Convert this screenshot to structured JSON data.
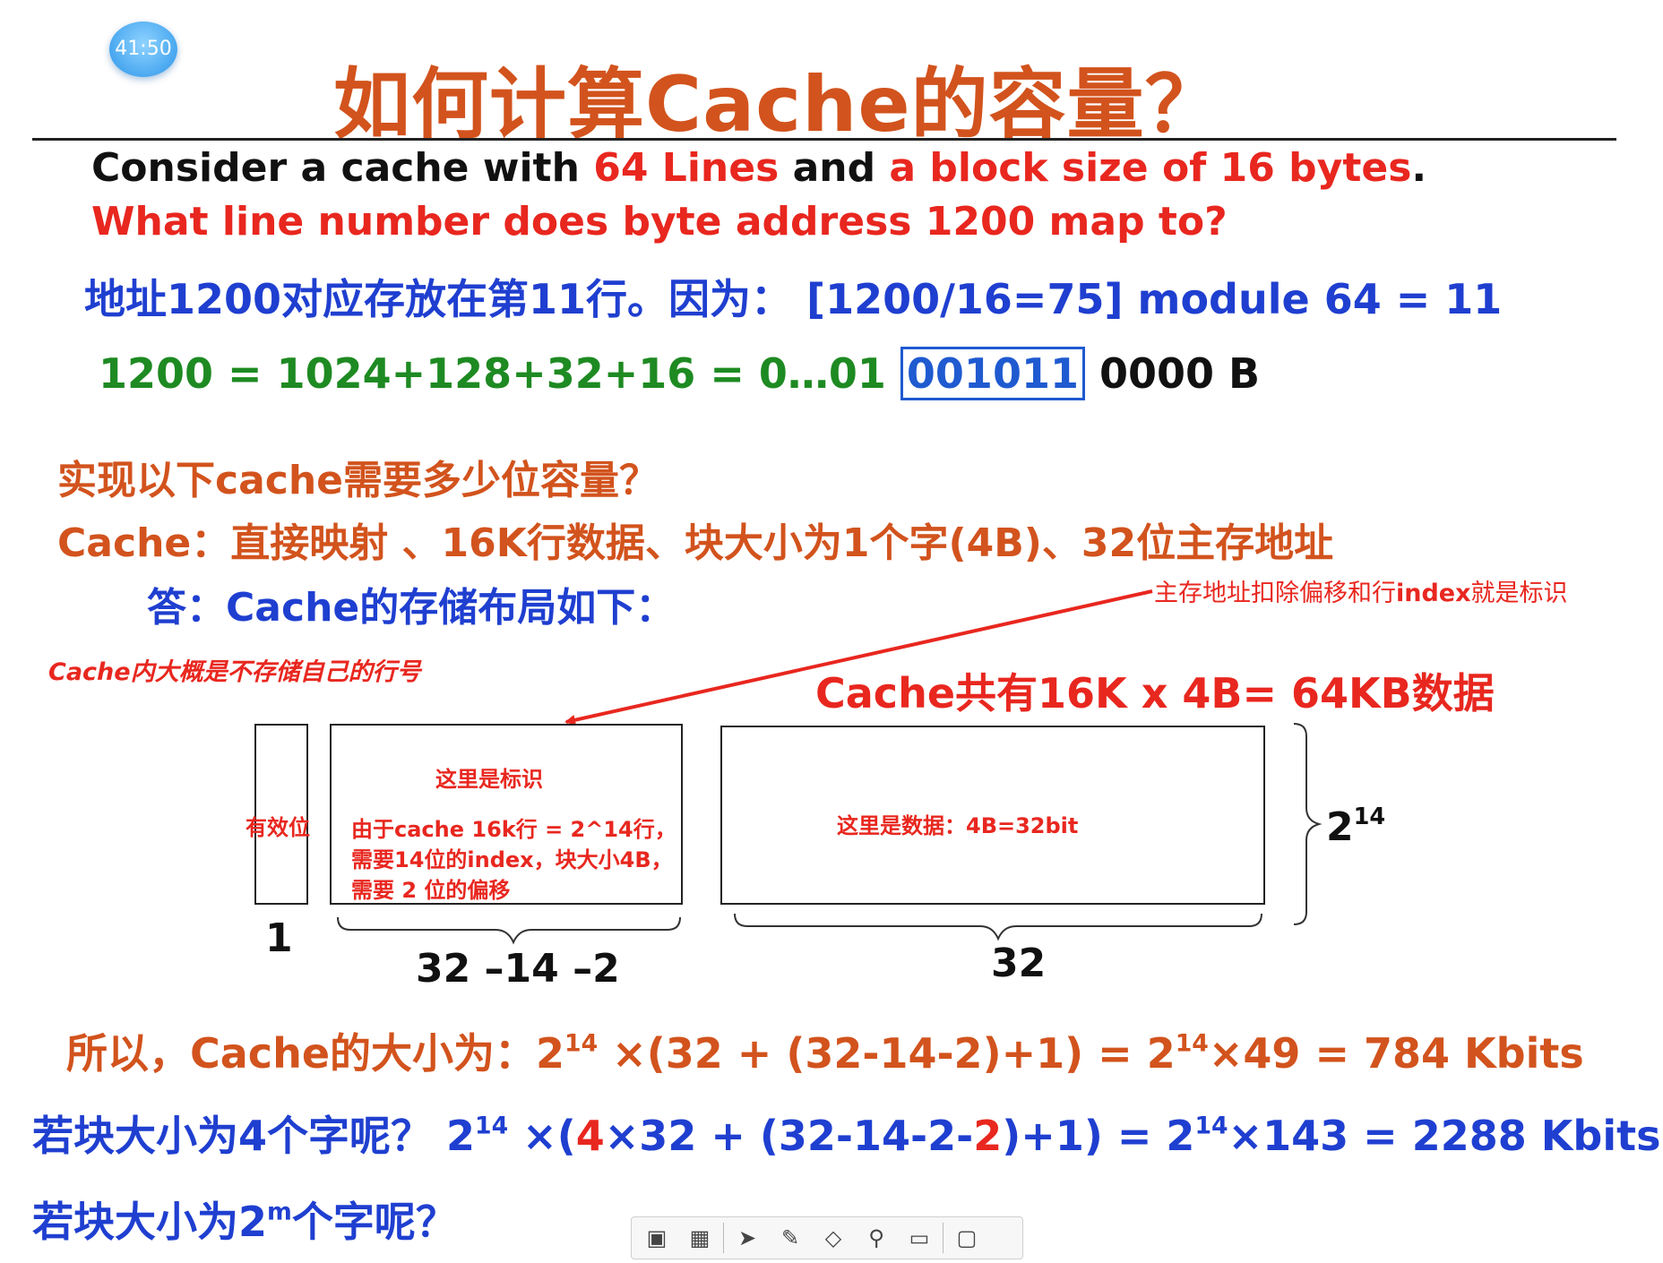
{
  "timer": "41:50",
  "title": "如何计算Cache的容量？",
  "line1": {
    "p1": "Consider a cache with ",
    "p2": "64 Lines",
    "p3": " and ",
    "p4": "a block size of 16 bytes",
    "p5": "."
  },
  "line2": "What line number does byte address 1200 map to?",
  "line3": "地址1200对应存放在第11行。因为：  [1200/16=75] module 64 = 11",
  "line4": {
    "prefix": "1200 = 1024+128+32+16 = 0…01 ",
    "boxed": "001011",
    "suffix": " 0000 B"
  },
  "line5": "实现以下cache需要多少位容量？",
  "line6": "Cache：直接映射 、16K行数据、块大小为1个字(4B)、32位主存地址",
  "line7": "答：Cache的存储布局如下：",
  "annotation_tag": {
    "p1": "主存地址扣除偏移和行",
    "p2": "index",
    "p3": "就是标识"
  },
  "annotation_line": "Cache内大概是不存储自己的行号",
  "cache_total": "Cache共有16K x 4B= 64KB数据",
  "diagram": {
    "valid_label": "有效位",
    "tag_title": "这里是标识",
    "tag_desc_1": "由于cache 16k行 = 2^14行，",
    "tag_desc_2": "需要14位的index，块大小4B，",
    "tag_desc_3": "需要 2 位的偏移",
    "data_label": "这里是数据：4B=32bit",
    "rows_base": "2",
    "rows_exp": "14",
    "width_valid": "1",
    "width_tag": "32 –14 –2",
    "width_data": "32"
  },
  "summary1": {
    "p1": "所以，Cache的大小为：2",
    "e1": "14",
    "p2": " ×(32 + (32-14-2)+1) = 2",
    "e2": "14",
    "p3": "×49 = 784 Kbits"
  },
  "summary2": {
    "p1": "若块大小为4个字呢？  2",
    "e1": "14",
    "p2": " ×(",
    "r1": "4",
    "p3": "×32 + (32-14-2-",
    "r2": "2",
    "p4": ")+1) = 2",
    "e2": "14",
    "p5": "×143 = 2288 Kbits"
  },
  "summary3": {
    "p1": "若块大小为2",
    "e1": "m",
    "p2": "个字呢？"
  },
  "toolbar": {
    "icons": [
      "whiteboard-icon",
      "qr-code-icon",
      "pointer-icon",
      "pen-icon",
      "eraser-icon",
      "search-icon",
      "presentation-icon",
      "screen-share-icon"
    ]
  }
}
